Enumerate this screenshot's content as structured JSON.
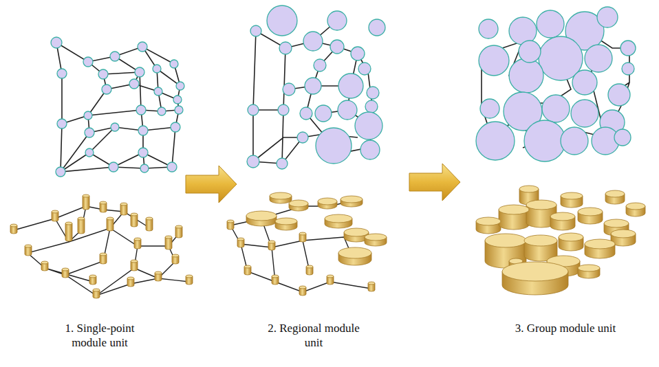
{
  "diagram": {
    "labels": [
      "1. Single-point module unit",
      "2. Regional module unit",
      "3. Group module unit"
    ]
  }
}
